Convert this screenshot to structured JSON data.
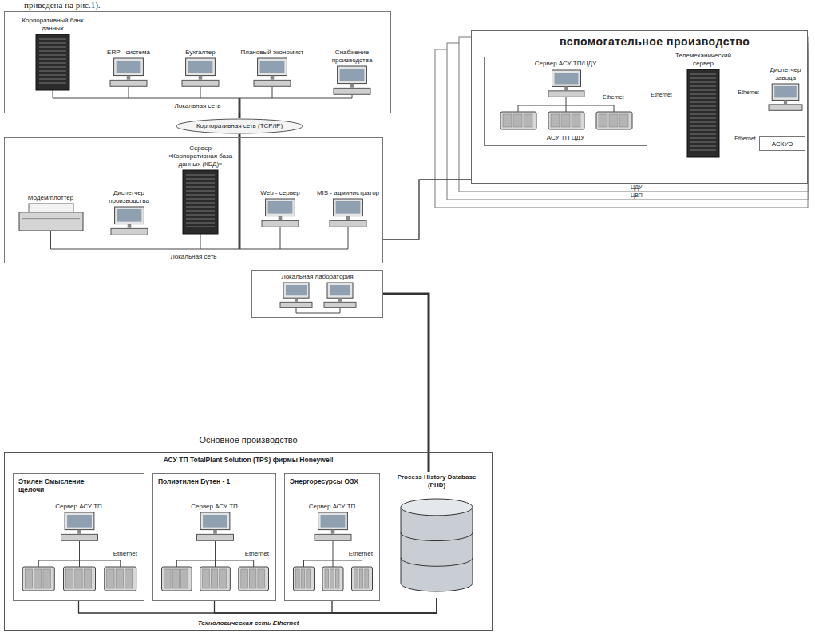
{
  "diagram": {
    "nodes": [
      {
        "text": [
          "Локальная сеть"
        ]
      },
      {
        "text": [
          "Корпоративный банк данных"
        ],
        "in": 0
      },
      {
        "text": [
          "ERP - система"
        ],
        "in": 0
      },
      {
        "text": [
          "Бухгалтер"
        ],
        "in": 0
      },
      {
        "text": [
          "Плановый экономист"
        ],
        "in": 0
      },
      {
        "text": [
          "Снабжение производства"
        ],
        "in": 0
      },
      {
        "text": [
          "Корпоративная сеть (TCP/IP)"
        ]
      },
      {
        "text": [
          "Локальная сеть"
        ]
      },
      {
        "text": [
          "Модем/плоттер"
        ],
        "in": 7
      },
      {
        "text": [
          "Диспетчер производства"
        ],
        "in": 7
      },
      {
        "text": [
          "Сервер «Корпоративная база данных (КБД)»"
        ],
        "in": 7
      },
      {
        "text": [
          "Web - сервер"
        ],
        "in": 7
      },
      {
        "text": [
          "MIS - администратор"
        ],
        "in": 7
      },
      {
        "text": [
          "Локальная лаборатория"
        ]
      },
      {
        "text": [
          "вспомогательное производство"
        ]
      },
      {
        "text": [
          "Сервер АСУ ТП/ЦДУ",
          "АСУ ТП ЦДУ"
        ],
        "in": 14
      },
      {
        "text": [
          "Телемеханический сервер"
        ],
        "in": 14
      },
      {
        "text": [
          "Диспетчер завода"
        ],
        "in": 14
      },
      {
        "text": [
          "АСКУЭ"
        ],
        "in": 14
      },
      {
        "text": [
          "Основное производство",
          "АСУ ТП TotalPlant Solution (TPS) фирмы Honeywell",
          "Технологическая сеть Ethernet"
        ]
      },
      {
        "text": [
          "Этилен Смысление щелочи",
          "Сервер АСУ ТП",
          "Ethernet"
        ],
        "in": 19
      },
      {
        "text": [
          "Полиэтилен Бутен - 1",
          "Сервер АСУ ТП",
          "Ethernet"
        ],
        "in": 19
      },
      {
        "text": [
          "Энергоресурсы ОЗХ",
          "Сервер АСУ ТП",
          "Ethernet"
        ],
        "in": 19
      },
      {
        "text": [
          "Process History Database (PHD)"
        ],
        "in": 19
      }
    ],
    "edges": [
      {
        "from": 0,
        "to": 6,
        "arrow": "none"
      },
      {
        "from": 6,
        "to": 7,
        "arrow": "none"
      },
      {
        "from": 7,
        "to": 14,
        "arrow": "none"
      },
      {
        "from": 13,
        "to": 23,
        "arrow": "none"
      },
      {
        "from": 15,
        "to": 16,
        "label": "Ethernet",
        "arrow": "none"
      },
      {
        "from": 16,
        "to": 17,
        "label": "Ethernet",
        "arrow": "none"
      },
      {
        "from": 16,
        "to": 18,
        "label": "Ethernet",
        "arrow": "none"
      },
      {
        "from": 20,
        "to": 23,
        "arrow": "none"
      },
      {
        "from": 21,
        "to": 23,
        "arrow": "none"
      },
      {
        "from": 22,
        "to": 23,
        "arrow": "none"
      }
    ],
    "labels": [
      "приведена на рис.1).",
      "Ethernet",
      "ЦДУ",
      "ЦВП"
    ]
  }
}
